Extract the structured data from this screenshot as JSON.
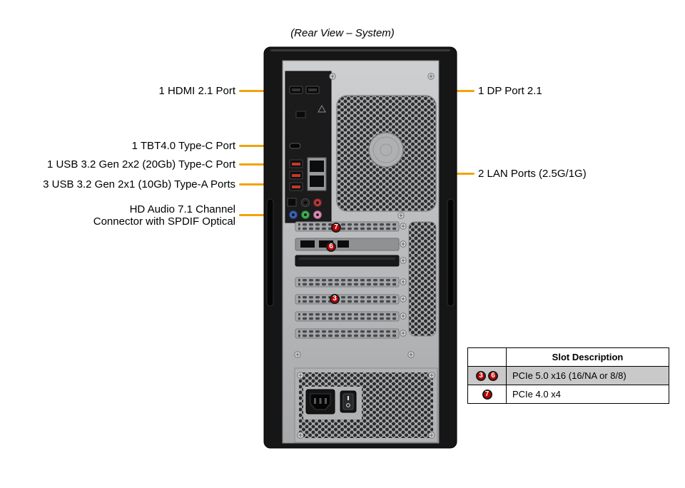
{
  "title": "(Rear View – System)",
  "port_labels": {
    "hdmi": "1 HDMI 2.1 Port",
    "dp": "1 DP Port 2.1",
    "tbt": "1 TBT4.0 Type-C Port",
    "usb_c": "1 USB 3.2 Gen 2x2 (20Gb) Type-C Port",
    "usb_a": "3 USB 3.2 Gen 2x1 (10Gb) Type-A Ports",
    "audio_line1": "HD Audio 7.1 Channel",
    "audio_line2": "Connector with SPDIF Optical",
    "lan": "2 LAN Ports (2.5G/1G)"
  },
  "slot_markers": {
    "marker1": "7",
    "marker2": "6",
    "marker3": "3"
  },
  "table": {
    "header": "Slot Description",
    "rows": [
      {
        "badges": [
          "3",
          "6"
        ],
        "description": "PCIe 5.0 x16 (16/NA or 8/8)"
      },
      {
        "badges": [
          "7"
        ],
        "description": "PCIe 4.0 x4"
      }
    ]
  },
  "colors": {
    "leader_line": "#F0A30A",
    "badge_fill": "#C00000",
    "badge_ring": "#1A1A1A",
    "table_highlight": "#C9C9C9"
  }
}
